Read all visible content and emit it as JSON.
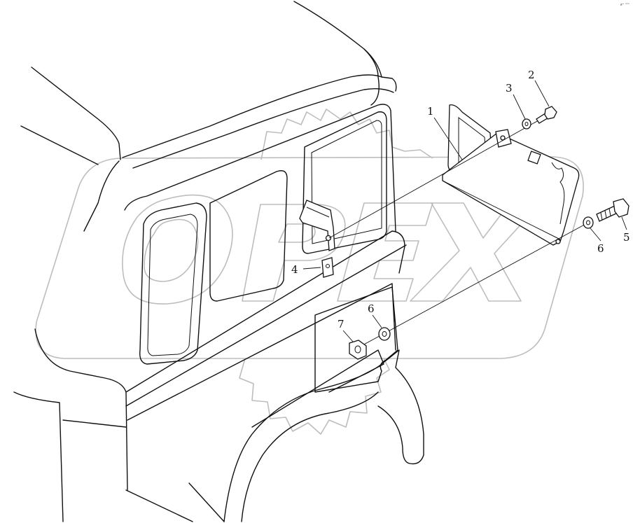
{
  "corner_mark": "ƶ⁼ ⁿⁿⁿ",
  "watermark": {
    "text": "OPEX",
    "color": "#bdbdbd"
  },
  "callouts": [
    {
      "id": "1",
      "label": "1"
    },
    {
      "id": "2",
      "label": "2"
    },
    {
      "id": "3",
      "label": "3"
    },
    {
      "id": "4",
      "label": "4"
    },
    {
      "id": "5",
      "label": "5"
    },
    {
      "id": "6a",
      "label": "6"
    },
    {
      "id": "6b",
      "label": "6"
    },
    {
      "id": "7",
      "label": "7"
    }
  ],
  "parts": [
    {
      "num": "1",
      "icon": "mud-flap-bracket-icon"
    },
    {
      "num": "2",
      "icon": "bolt-icon"
    },
    {
      "num": "3",
      "icon": "washer-icon"
    },
    {
      "num": "4",
      "icon": "clip-nut-icon"
    },
    {
      "num": "5",
      "icon": "bolt-icon"
    },
    {
      "num": "6",
      "icon": "washer-icon"
    },
    {
      "num": "7",
      "icon": "hex-nut-icon"
    }
  ]
}
